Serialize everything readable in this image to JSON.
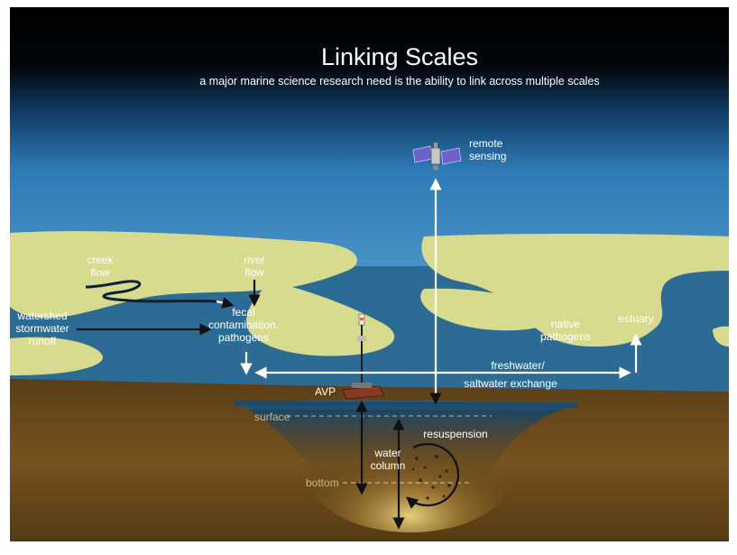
{
  "title": "Linking Scales",
  "subtitle": "a major marine science research need is the ability to link across multiple scales",
  "labels": {
    "remote_sensing": [
      "remote",
      "sensing"
    ],
    "creek_flow": [
      "creek",
      "flow"
    ],
    "river_flow": [
      "river",
      "flow"
    ],
    "watershed_runoff": [
      "watershed",
      "stormwater",
      "runoff"
    ],
    "fecal_contamination": [
      "fecal",
      "contamination,",
      "pathogens"
    ],
    "native_pathogens": [
      "native",
      "pathogens"
    ],
    "estuary": "estuary",
    "exchange": [
      "freshwater/",
      "saltwater exchange"
    ],
    "avp": "AVP",
    "surface": "surface",
    "bottom": "bottom",
    "water_column": [
      "water",
      "column"
    ],
    "resuspension": "resuspension"
  },
  "colors": {
    "sky_top": "#000000",
    "sky_horizon": "#3a86c2",
    "water": "#2c6b93",
    "land": "#d8da8e",
    "sediment": "#6b4a1e",
    "title": "#ffffff"
  },
  "icons": [
    "satellite-icon",
    "avp-buoy-icon",
    "circular-arrow-icon"
  ]
}
